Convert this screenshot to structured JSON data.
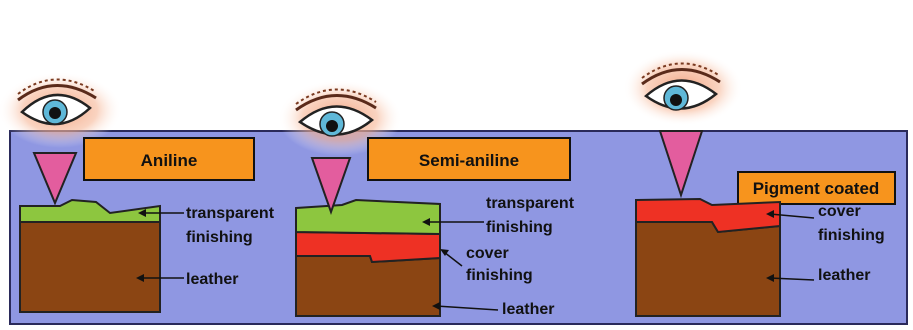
{
  "colors": {
    "panel": "#8f97e2",
    "title_box": "#f7941d",
    "transparent_layer": "#8dc63f",
    "cover_layer": "#ee3124",
    "leather": "#8b4513",
    "eye_marker": "#e35d9e",
    "eye_glow": "#f2a07e",
    "iris": "#5fb8d8"
  },
  "panels": [
    {
      "title": "Aniline",
      "labels": {
        "transparent": "transparent",
        "finishing": "finishing",
        "leather": "leather"
      }
    },
    {
      "title": "Semi-aniline",
      "labels": {
        "transparent": "transparent",
        "finishing": "finishing",
        "cover": "cover",
        "cover_finishing": "finishing",
        "leather": "leather"
      }
    },
    {
      "title": "Pigment coated",
      "labels": {
        "cover": "cover",
        "cover_finishing": "finishing",
        "leather": "leather"
      }
    }
  ],
  "icons": [
    "eye-icon",
    "pointer-triangle-icon",
    "arrow-icon"
  ]
}
